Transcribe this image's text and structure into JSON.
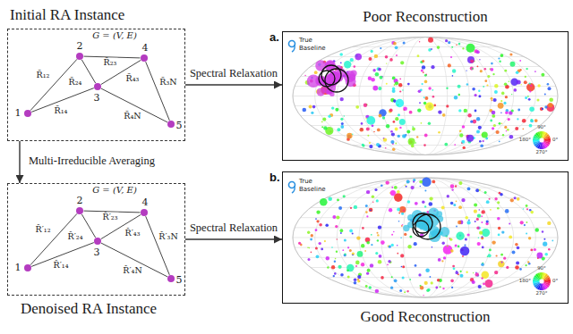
{
  "diagram": {
    "nodes": [
      {
        "text": [
          "Initial RA Instance"
        ]
      },
      {
        "text": [
          "2"
        ],
        "in": 0
      },
      {
        "text": [
          "4"
        ],
        "in": 0
      },
      {
        "text": [
          "3"
        ],
        "in": 0
      },
      {
        "text": [
          "1"
        ],
        "in": 0
      },
      {
        "text": [
          "5"
        ],
        "in": 0
      },
      {
        "text": [
          "Poor Reconstruction",
          "a."
        ]
      },
      {
        "text": [
          "Denoised RA Instance"
        ]
      },
      {
        "text": [
          "2"
        ],
        "in": 7
      },
      {
        "text": [
          "4"
        ],
        "in": 7
      },
      {
        "text": [
          "3"
        ],
        "in": 7
      },
      {
        "text": [
          "1"
        ],
        "in": 7
      },
      {
        "text": [
          "5"
        ],
        "in": 7
      },
      {
        "text": [
          "b.",
          "Good Reconstruction"
        ]
      }
    ],
    "edges": [
      {
        "from": 0,
        "to": 6,
        "arrow": "to",
        "label": "Spectral Relaxation"
      },
      {
        "from": 0,
        "to": 7,
        "arrow": "to",
        "label": "Multi-Irreducible Averaging"
      },
      {
        "from": 7,
        "to": 13,
        "arrow": "to",
        "label": "Spectral Relaxation"
      },
      {
        "from": 4,
        "to": 1,
        "arrow": "none",
        "label": "R̃₁₂"
      },
      {
        "from": 1,
        "to": 2,
        "arrow": "none",
        "label": "R̃₂₃"
      },
      {
        "from": 1,
        "to": 3,
        "arrow": "none",
        "label": "R̃₂₄"
      },
      {
        "from": 4,
        "to": 3,
        "arrow": "none",
        "label": "R̃₁₄"
      },
      {
        "from": 3,
        "to": 2,
        "arrow": "none",
        "label": "R̃₄₃"
      },
      {
        "from": 2,
        "to": 5,
        "arrow": "none",
        "label": "R̃₃N"
      },
      {
        "from": 3,
        "to": 5,
        "arrow": "none",
        "label": "R̃₄N"
      },
      {
        "from": 11,
        "to": 8,
        "arrow": "none",
        "label": "R̂′₁₂"
      },
      {
        "from": 8,
        "to": 9,
        "arrow": "none",
        "label": "R̂′₂₃"
      },
      {
        "from": 8,
        "to": 10,
        "arrow": "none",
        "label": "R̂′₂₄"
      },
      {
        "from": 11,
        "to": 10,
        "arrow": "none",
        "label": "R̂′₁₄"
      },
      {
        "from": 10,
        "to": 9,
        "arrow": "none",
        "label": "R̂′₄₃"
      },
      {
        "from": 9,
        "to": 12,
        "arrow": "none",
        "label": "R̂′₃N"
      },
      {
        "from": 10,
        "to": 12,
        "arrow": "none",
        "label": "R̂′₄N"
      }
    ],
    "labels": [
      "G = (V, E)",
      "G = (V, E)",
      "True",
      "Baseline",
      "0°",
      "90°",
      "180°",
      "270°",
      "True",
      "Baseline",
      "0°",
      "90°",
      "180°",
      "270°"
    ]
  }
}
